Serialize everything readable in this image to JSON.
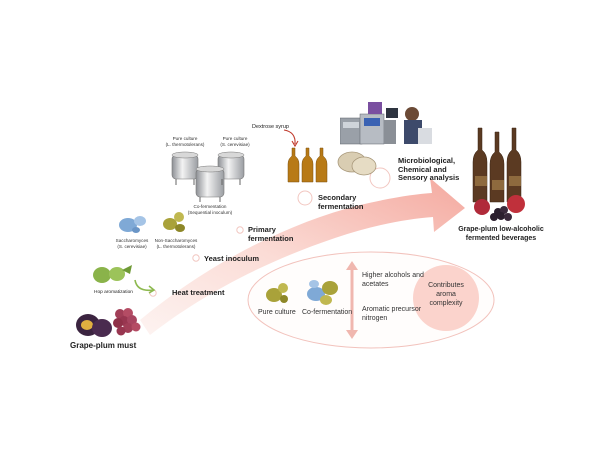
{
  "colors": {
    "arrow_light": "#fbe6e2",
    "arrow_dark": "#f08a80",
    "panel_border": "#f2c2bc",
    "circle_fill": "#fbd3cc",
    "yeast_blue": "#7fa9d6",
    "yeast_olive": "#a9a23a",
    "beer_brown": "#5b3a22"
  },
  "start": {
    "label": "Grape-plum must"
  },
  "steps": {
    "heat_treatment": "Heat treatment",
    "yeast_inoculum": "Yeast inoculum",
    "primary_1": "Primary",
    "primary_2": "fermentation",
    "secondary_1": "Secondary",
    "secondary_2": "fermentation",
    "analysis_1": "Microbiological,",
    "analysis_2": "Chemical and",
    "analysis_3": "Sensory analysis"
  },
  "hop": {
    "label": "Hop aromatization"
  },
  "yeasts": {
    "sacch_1": "Saccharomyces",
    "sacch_2": "(S. cerevisiae)",
    "nonsacch_1": "Non-Saccharomyces",
    "nonsacch_2": "(L. thermotolerans)"
  },
  "tanks": {
    "pure1_1": "Pure culture",
    "pure1_2": "(L. thermotolerans)",
    "pure2_1": "Pure culture",
    "pure2_2": "(S. cerevisiae)",
    "cof_1": "Co-fermentation",
    "cof_2": "(Sequential inoculum)"
  },
  "dextrose": {
    "label": "Dextrose syrup"
  },
  "product": {
    "line1": "Grape-plum low-alcoholic",
    "line2": "fermented beverages"
  },
  "panel": {
    "pure_culture": "Pure culture",
    "co_fermentation": "Co-fermentation",
    "higher_1": "Higher alcohols and",
    "higher_2": "acetates",
    "aroma_1": "Aromatic precursor",
    "aroma_2": "nitrogen",
    "contrib_1": "Contributes",
    "contrib_2": "aroma",
    "contrib_3": "complexity"
  },
  "icons": [
    "plum-icon",
    "grape-icon",
    "hop-icon",
    "yeast-icon",
    "tank-icon",
    "beer-bottle-icon",
    "dish-icon",
    "lab-equipment-icon",
    "arrow-icon"
  ]
}
